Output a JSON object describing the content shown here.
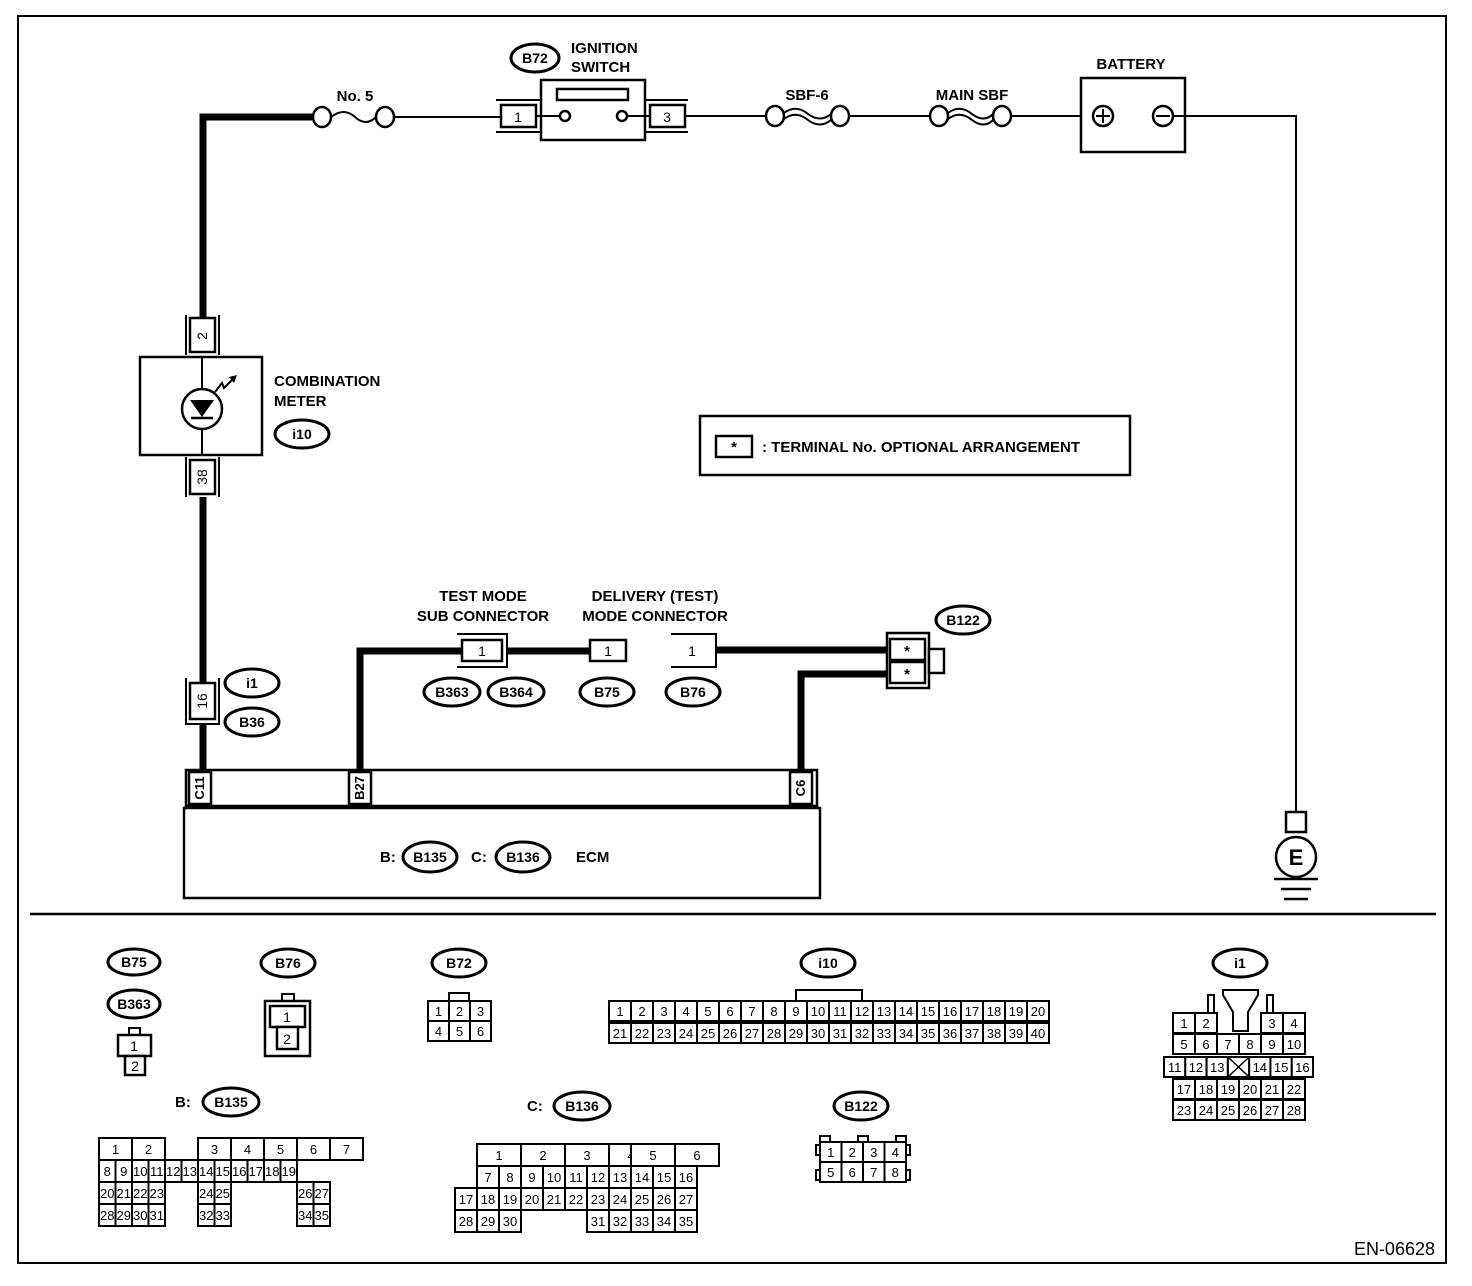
{
  "figure_id": "EN-06628",
  "fuse_no5": {
    "label": "No. 5"
  },
  "ignition_switch": {
    "code": "B72",
    "label_line1": "IGNITION",
    "label_line2": "SWITCH",
    "pin_left": "1",
    "pin_right": "3"
  },
  "sbf6": {
    "label": "SBF-6"
  },
  "main_sbf": {
    "label": "MAIN SBF"
  },
  "battery": {
    "label": "BATTERY",
    "positive": "+",
    "negative": "−"
  },
  "combination_meter": {
    "label_line1": "COMBINATION",
    "label_line2": "METER",
    "code": "i10",
    "pin_top": "2",
    "pin_bottom": "38"
  },
  "legend": {
    "symbol": "*",
    "text": ": TERMINAL No. OPTIONAL ARRANGEMENT"
  },
  "joint_connector": {
    "pin": "16",
    "codes": [
      "i1",
      "B36"
    ]
  },
  "test_mode_sub": {
    "label_line1": "TEST MODE",
    "label_line2": "SUB CONNECTOR",
    "pin": "1",
    "codes": [
      "B363",
      "B364"
    ]
  },
  "delivery_mode": {
    "label_line1": "DELIVERY (TEST)",
    "label_line2": "MODE CONNECTOR",
    "pin_b75": "1",
    "pin_b76": "1",
    "code_b75": "B75",
    "code_b76": "B76"
  },
  "b122": {
    "code": "B122",
    "pin_top": "*",
    "pin_bottom": "*"
  },
  "ecm": {
    "label": "ECM",
    "prefix_b": "B:",
    "code_b": "B135",
    "prefix_c": "C:",
    "code_c": "B136",
    "pins": [
      "C11",
      "B27",
      "C6"
    ]
  },
  "ground": {
    "label": "E"
  },
  "connector_views": {
    "b75": {
      "code": "B75"
    },
    "b363": {
      "code": "B363",
      "pins": [
        "1",
        "2"
      ]
    },
    "b76": {
      "code": "B76",
      "pins": [
        "1",
        "2"
      ]
    },
    "b72": {
      "code": "B72",
      "pins": [
        "1",
        "2",
        "3",
        "4",
        "5",
        "6"
      ]
    },
    "i10": {
      "code": "i10",
      "row1": [
        "1",
        "2",
        "3",
        "4",
        "5",
        "6",
        "7",
        "8",
        "9",
        "10",
        "11",
        "12",
        "13",
        "14",
        "15",
        "16",
        "17",
        "18",
        "19",
        "20"
      ],
      "row2": [
        "21",
        "22",
        "23",
        "24",
        "25",
        "26",
        "27",
        "28",
        "29",
        "30",
        "31",
        "32",
        "33",
        "34",
        "35",
        "36",
        "37",
        "38",
        "39",
        "40"
      ]
    },
    "i1": {
      "code": "i1",
      "rows": [
        [
          "1",
          "2",
          "",
          "",
          "3",
          "4"
        ],
        [
          "5",
          "6",
          "7",
          "8",
          "9",
          "10"
        ],
        [
          "11",
          "12",
          "13",
          "X",
          "14",
          "15",
          "16"
        ],
        [
          "17",
          "18",
          "19",
          "20",
          "21",
          "22"
        ],
        [
          "23",
          "24",
          "25",
          "26",
          "27",
          "28"
        ]
      ]
    },
    "b135": {
      "prefix": "B:",
      "code": "B135",
      "row1": [
        "1",
        "2",
        "3",
        "4",
        "5",
        "6",
        "7"
      ],
      "row2": [
        "8",
        "9",
        "10",
        "11",
        "12",
        "13",
        "14",
        "15",
        "16",
        "17",
        "18",
        "19"
      ],
      "row3": [
        "20",
        "21",
        "22",
        "23",
        "24",
        "25",
        "26",
        "27"
      ],
      "row4": [
        "28",
        "29",
        "30",
        "31",
        "32",
        "33",
        "34",
        "35"
      ]
    },
    "b136": {
      "prefix": "C:",
      "code": "B136",
      "row1": [
        "1",
        "2",
        "3",
        "4",
        "5",
        "6"
      ],
      "row2": [
        "7",
        "8",
        "9",
        "10",
        "11",
        "12",
        "13",
        "14",
        "15",
        "16"
      ],
      "row3": [
        "17",
        "18",
        "19",
        "20",
        "21",
        "22",
        "23",
        "24",
        "25",
        "26",
        "27"
      ],
      "row4": [
        "28",
        "29",
        "30",
        "31",
        "32",
        "33",
        "34",
        "35"
      ]
    },
    "b122": {
      "code": "B122",
      "row1": [
        "1",
        "2",
        "3",
        "4"
      ],
      "row2": [
        "5",
        "6",
        "7",
        "8"
      ]
    }
  }
}
